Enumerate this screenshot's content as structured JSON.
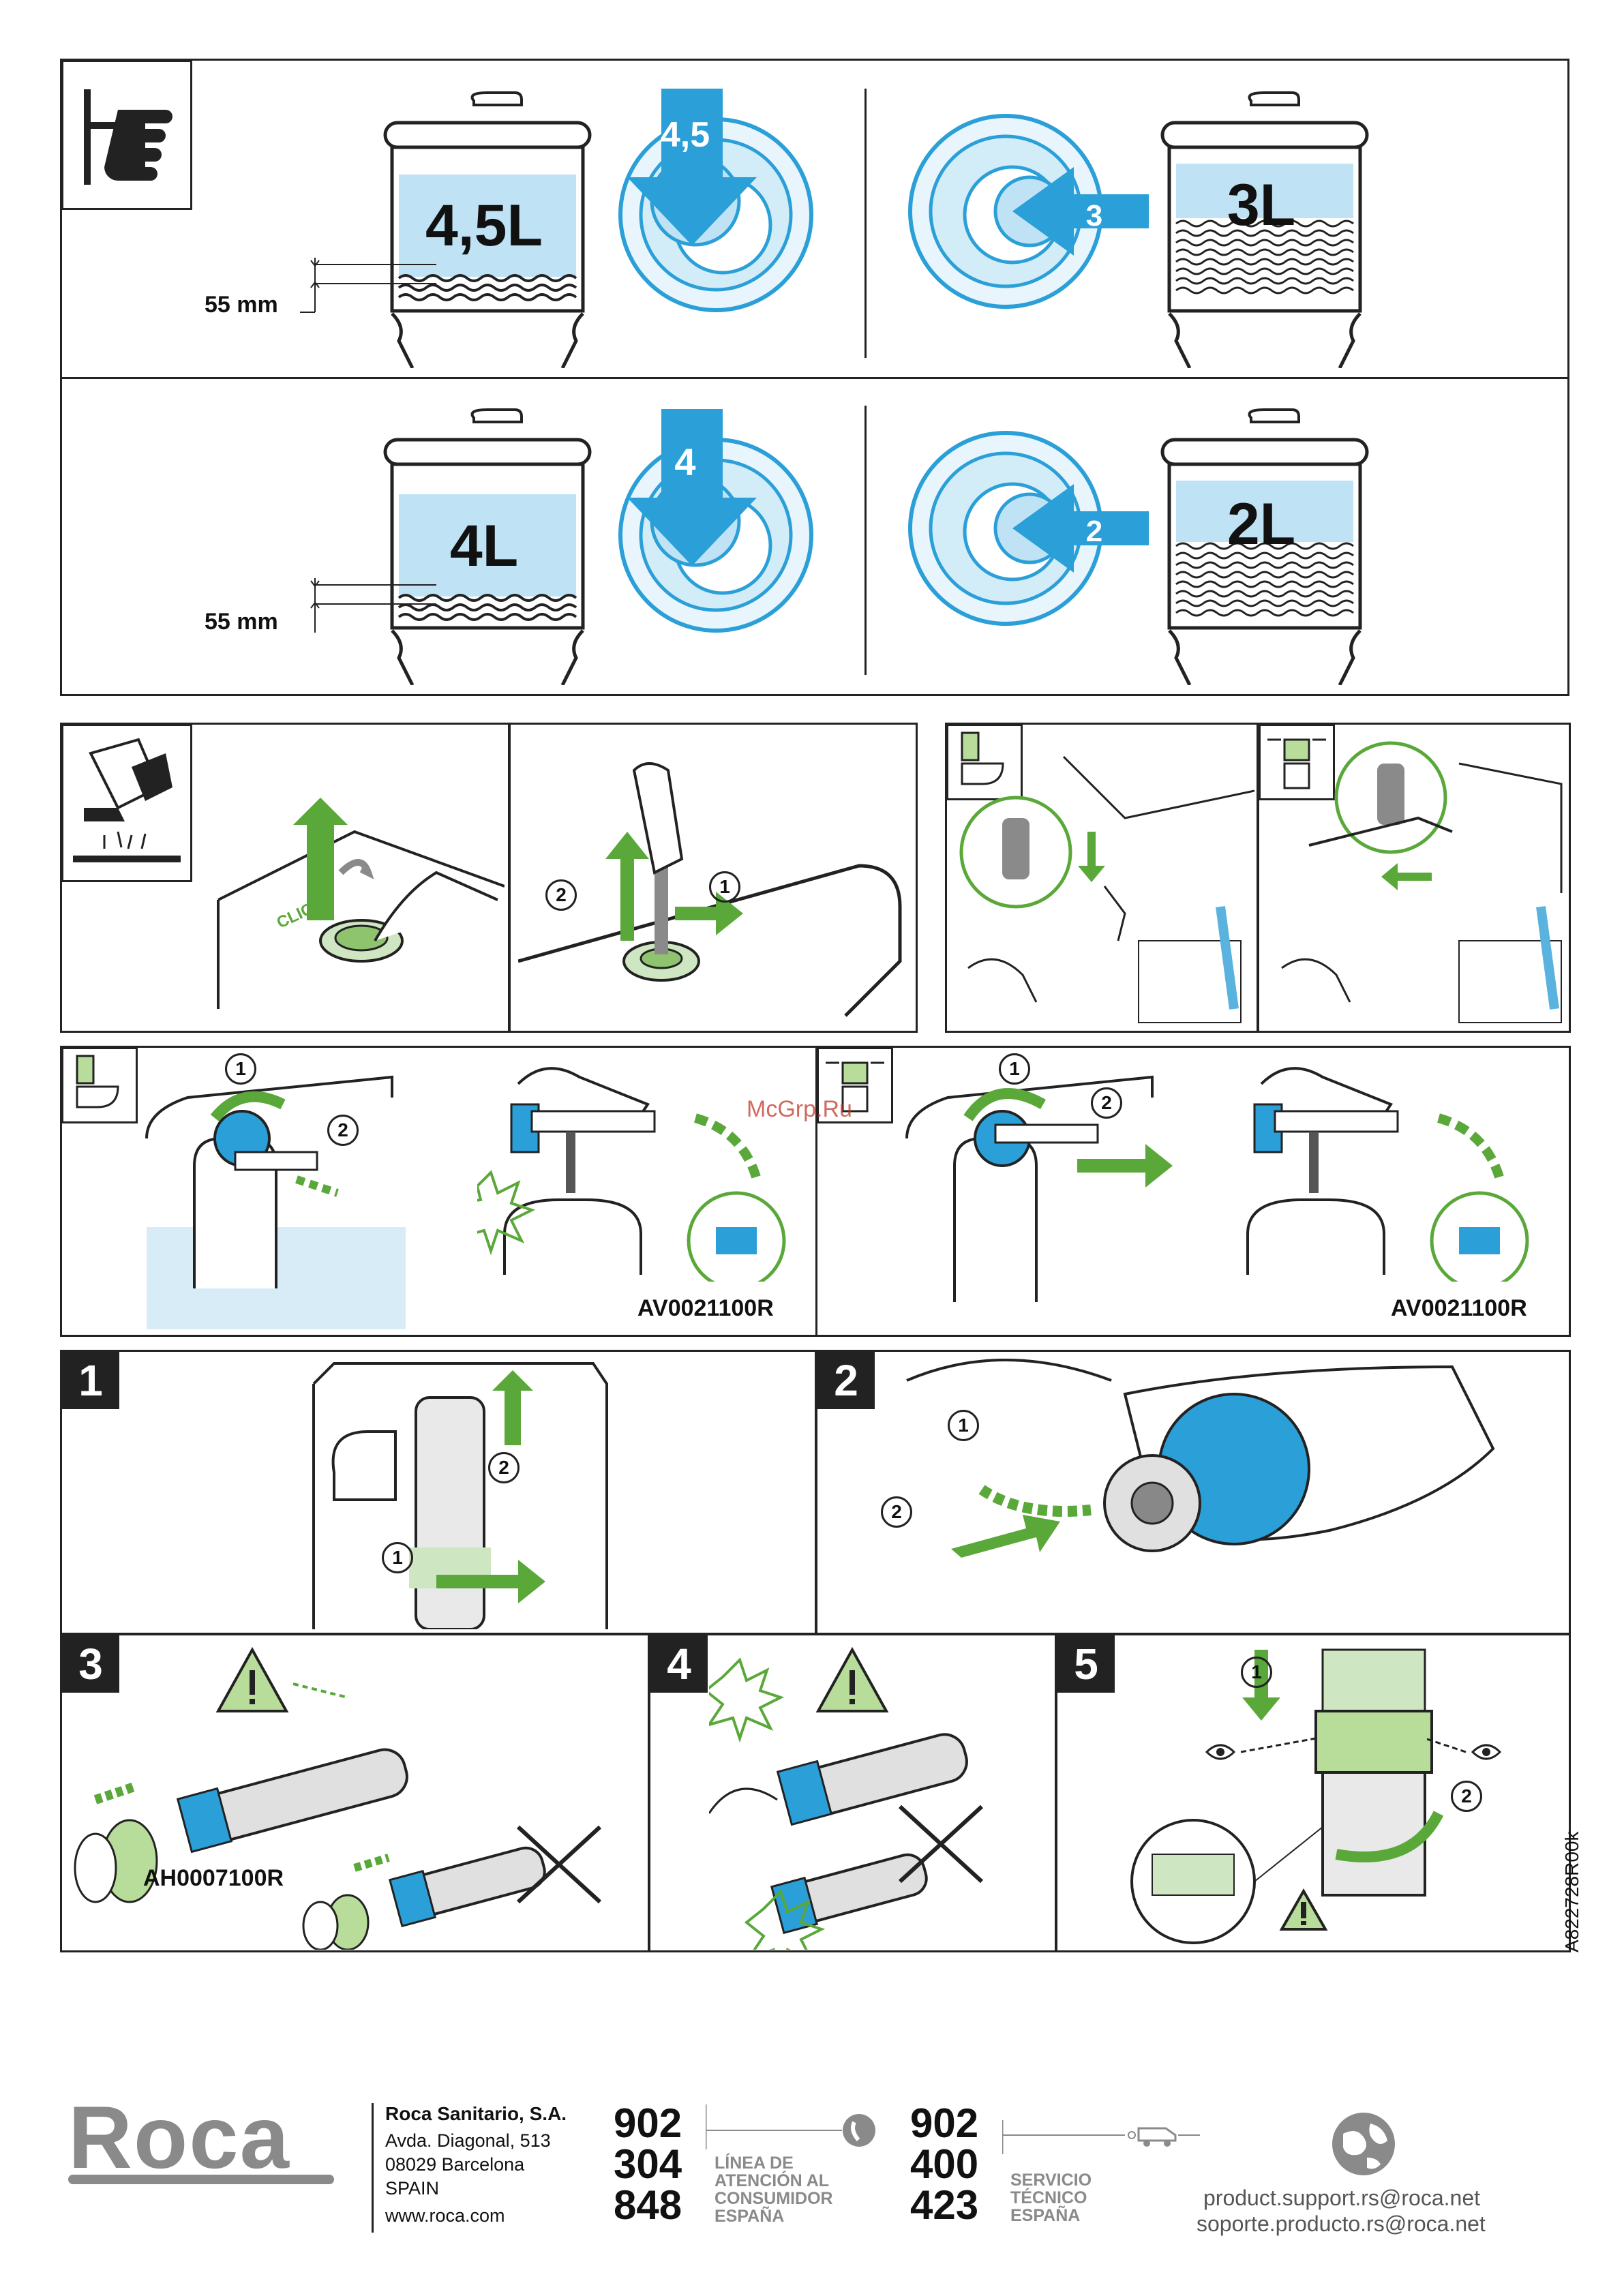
{
  "flush_volumes": {
    "row1": {
      "left_tank": "4,5L",
      "left_button": "4,5",
      "right_button": "3",
      "right_tank": "3L",
      "gap": "55 mm"
    },
    "row2": {
      "left_tank": "4L",
      "left_button": "4",
      "right_button": "2",
      "right_tank": "2L",
      "gap": "55 mm"
    }
  },
  "callouts": {
    "one": "1",
    "two": "2",
    "clic": "CLIC"
  },
  "part_codes": {
    "valve": "AV0021100R",
    "washer": "AH0007100R"
  },
  "steps": [
    "1",
    "2",
    "3",
    "4",
    "5"
  ],
  "watermark": "McGrp.Ru",
  "doc_code": "A822728R00k",
  "footer": {
    "logo": "Roca",
    "company": "Roca Sanitario, S.A.",
    "address": [
      "Avda. Diagonal, 513",
      "08029 Barcelona",
      "SPAIN",
      "www.roca.com"
    ],
    "phone1": [
      "902",
      "304",
      "848"
    ],
    "phone1_label": [
      "LÍNEA DE",
      "ATENCIÓN AL",
      "CONSUMIDOR",
      "ESPAÑA"
    ],
    "phone2": [
      "902",
      "400",
      "423"
    ],
    "phone2_label": [
      "SERVICIO",
      "TÉCNICO",
      "ESPAÑA"
    ],
    "emails": [
      "product.support.rs@roca.net",
      "soporte.producto.rs@roca.net"
    ]
  },
  "colors": {
    "blue": "#2a9fd8",
    "light_blue": "#cce9f7",
    "green": "#5aa83a",
    "light_green": "#b8dd9a",
    "dark": "#222222",
    "gray": "#8a8a8a"
  }
}
